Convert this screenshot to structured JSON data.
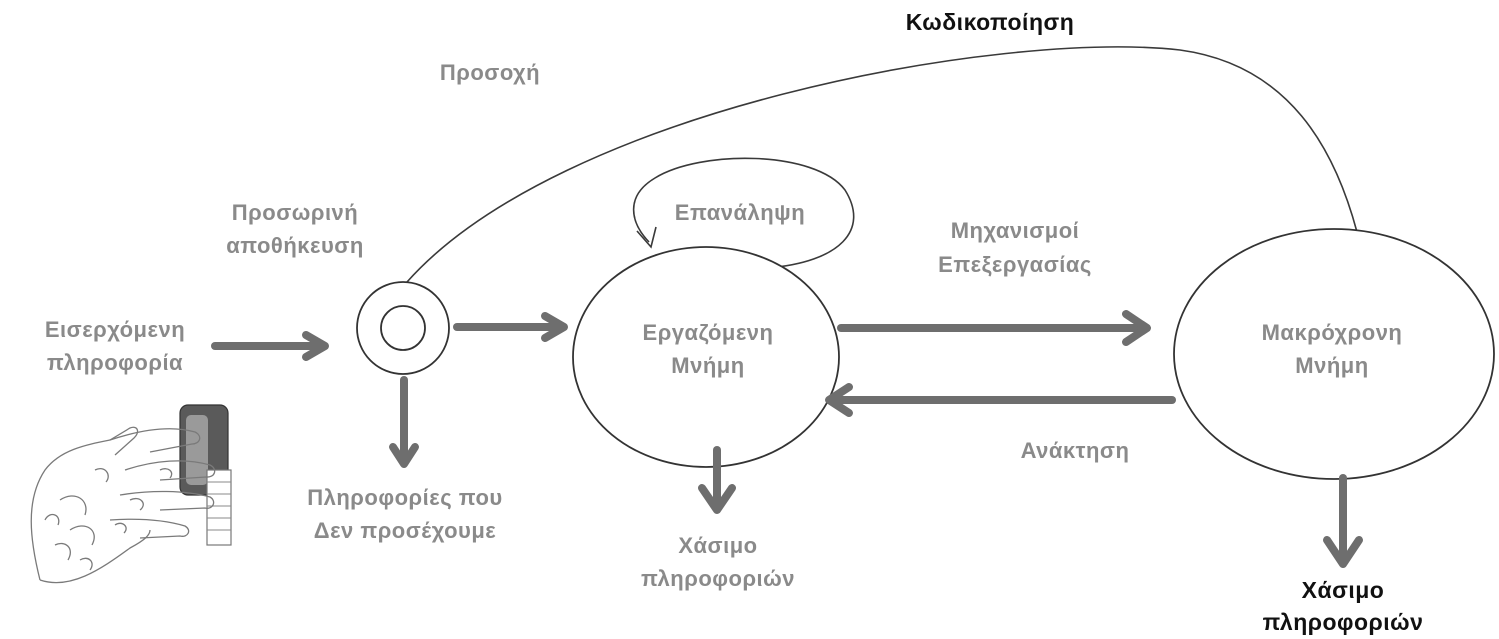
{
  "labels": {
    "encoding": "Κωδικοποίηση",
    "attention": "Προσοχή",
    "sensory_store_line1": "Προσωρινή",
    "sensory_store_line2": "αποθήκευση",
    "rehearsal": "Επανάληψη",
    "processing_line1": "Μηχανισμοί",
    "processing_line2": "Επεξεργασίας",
    "input_line1": "Εισερχόμενη",
    "input_line2": "πληροφορία",
    "working_memory_line1": "Εργαζόμενη",
    "working_memory_line2": "Μνήμη",
    "long_term_memory_line1": "Μακρόχρονη",
    "long_term_memory_line2": "Μνήμη",
    "retrieval": "Ανάκτηση",
    "unattended_line1": "Πληροφορίες που",
    "unattended_line2": "Δεν προσέχουμε",
    "loss_wm_line1": "Χάσιμο",
    "loss_wm_line2": "πληροφοριών",
    "loss_ltm_line1": "Χάσιμο",
    "loss_ltm_line2": "πληροφοριών"
  },
  "colors": {
    "arrow_gray": "#6e6e6e",
    "label_gray": "#8a8a8a",
    "label_dark": "#111111"
  },
  "icons": [
    "hand-touch-icon"
  ]
}
